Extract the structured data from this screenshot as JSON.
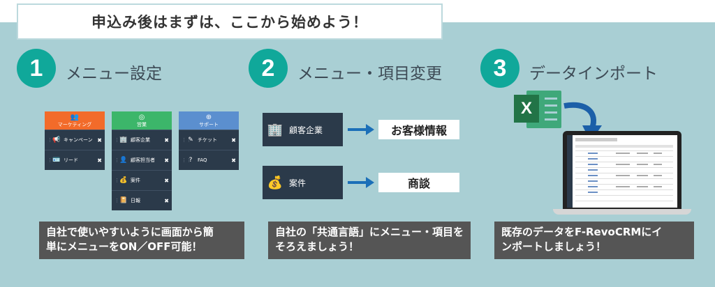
{
  "header": {
    "title": "申込み後はまずは、ここから始めよう！"
  },
  "steps": [
    {
      "number": "1",
      "title": "メニュー設定",
      "caption_line1": "自社で使いやすいように画面から簡",
      "caption_line2": "単にメニューをON／OFF可能！"
    },
    {
      "number": "2",
      "title": "メニュー・項目変更",
      "caption_line1": "自社の「共通言語」にメニュー・項目を",
      "caption_line2": "そろえましょう！"
    },
    {
      "number": "3",
      "title": "データインポート",
      "caption_line1": "既存のデータをF-RevoCRMにイ",
      "caption_line2": "ンポートしましょう！"
    }
  ],
  "menu_cards": [
    {
      "title": "マーケティング",
      "color": "#f26b2a",
      "icon": "people-icon",
      "glyph": "👥",
      "items": [
        {
          "label": "キャンペーン",
          "icon": "megaphone-icon",
          "glyph": "📢"
        },
        {
          "label": "リード",
          "icon": "id-card-icon",
          "glyph": "🪪"
        }
      ]
    },
    {
      "title": "営業",
      "color": "#3cb66a",
      "icon": "target-icon",
      "glyph": "◎",
      "items": [
        {
          "label": "顧客企業",
          "icon": "building-icon",
          "glyph": "🏢"
        },
        {
          "label": "顧客担当者",
          "icon": "person-icon",
          "glyph": "👤"
        },
        {
          "label": "案件",
          "icon": "money-bag-icon",
          "glyph": "💰"
        },
        {
          "label": "日報",
          "icon": "report-icon",
          "glyph": "📔"
        }
      ]
    },
    {
      "title": "サポート",
      "color": "#5b8fcf",
      "icon": "lifebuoy-icon",
      "glyph": "⊕",
      "items": [
        {
          "label": "チケット",
          "icon": "ticket-icon",
          "glyph": "✎"
        },
        {
          "label": "FAQ",
          "icon": "faq-icon",
          "glyph": "?"
        }
      ]
    }
  ],
  "rename": [
    {
      "from": "顧客企業",
      "to": "お客様情報",
      "icon": "building-icon",
      "glyph": "🏢"
    },
    {
      "from": "案件",
      "to": "商談",
      "icon": "money-bag-icon",
      "glyph": "💰"
    }
  ],
  "import_icon": {
    "badge": "X",
    "icon": "excel-icon"
  },
  "colors": {
    "panel": "#a9cfd4",
    "accent": "#10a89a",
    "navy": "#2b3a4a",
    "arrow": "#1b6fb8"
  }
}
